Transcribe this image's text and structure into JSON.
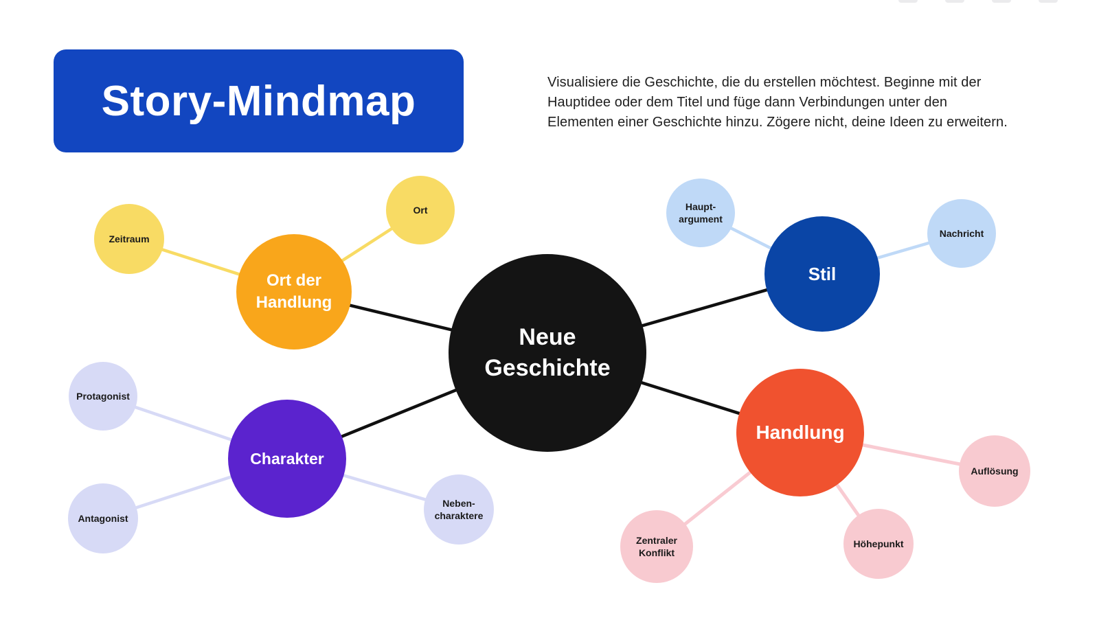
{
  "header": {
    "title": "Story-Mindmap",
    "description": "Visualisiere die Geschichte, die du erstellen möchtest. Beginne mit der\nHauptidee oder dem Titel und füge dann Verbindungen unter den\nElementen einer Geschichte hinzu. Zögere nicht, deine Ideen zu erweitern."
  },
  "colors": {
    "title_bg": "#1246C0",
    "central_node": "#141414",
    "branch_orange": "#F9A61B",
    "sub_yellow": "#F8DB64",
    "branch_blue": "#0A45A6",
    "sub_lightblue": "#BFD9F7",
    "branch_purple": "#5B23CE",
    "sub_lavender": "#D7DAF6",
    "branch_red": "#F0522F",
    "sub_pink": "#F8CAD0",
    "edge_black": "#101010",
    "text_dark": "#1a1a1a"
  },
  "mindmap": {
    "central": {
      "label": "Neue\nGeschichte"
    },
    "branches": [
      {
        "label": "Ort der\nHandlung",
        "children": [
          {
            "label": "Zeitraum"
          },
          {
            "label": "Ort"
          }
        ]
      },
      {
        "label": "Stil",
        "children": [
          {
            "label": "Haupt-\nargument"
          },
          {
            "label": "Nachricht"
          }
        ]
      },
      {
        "label": "Charakter",
        "children": [
          {
            "label": "Protagonist"
          },
          {
            "label": "Antagonist"
          },
          {
            "label": "Neben-\ncharaktere"
          }
        ]
      },
      {
        "label": "Handlung",
        "children": [
          {
            "label": "Zentraler\nKonflikt"
          },
          {
            "label": "Höhepunkt"
          },
          {
            "label": "Auflösung"
          }
        ]
      }
    ]
  }
}
